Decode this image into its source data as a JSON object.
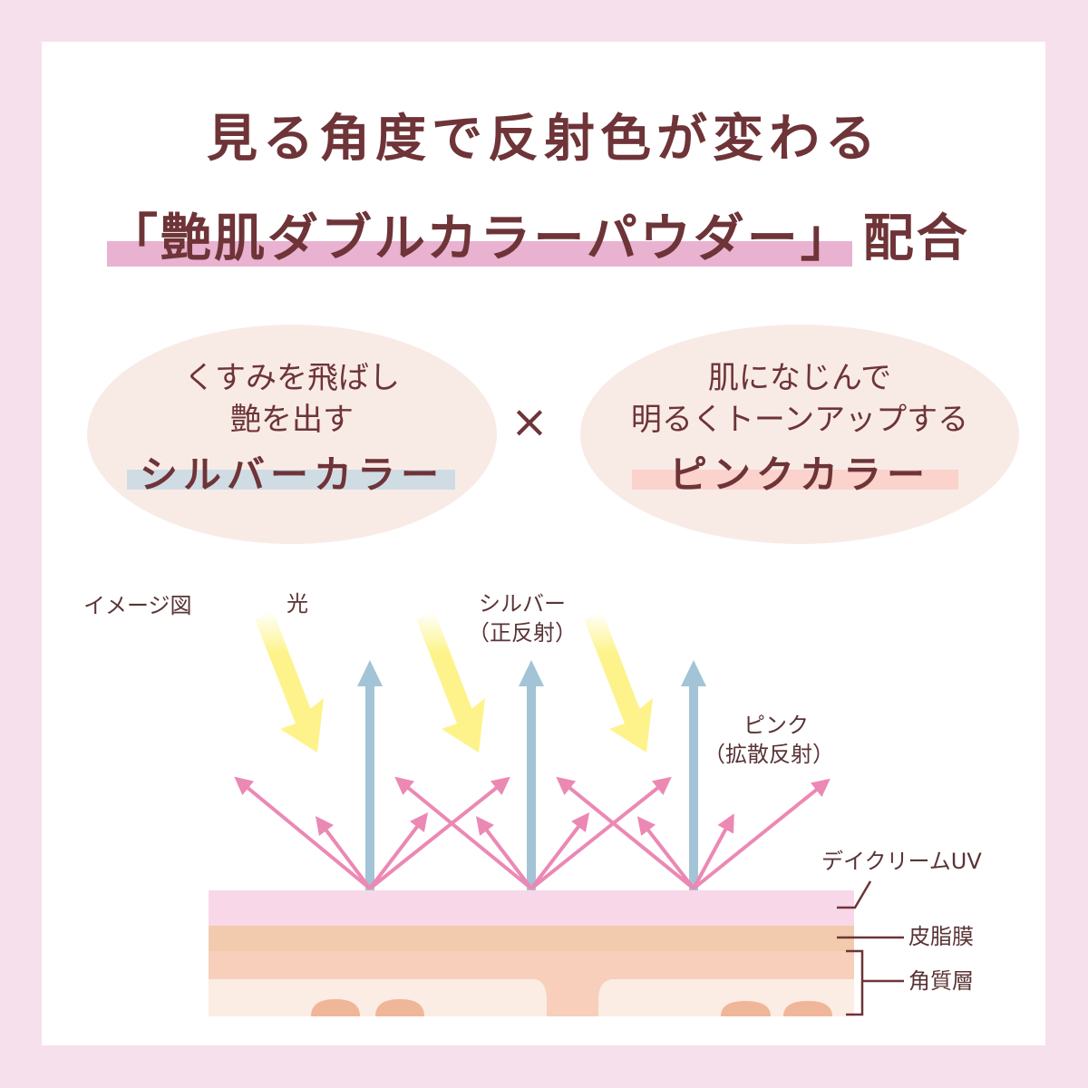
{
  "frame": {
    "border_color": "#f6e0ec",
    "panel_color": "#ffffff"
  },
  "header": {
    "line1": "見る角度で反射色が変わる",
    "line2_highlighted": "「艶肌ダブルカラーパウダー」",
    "line2_suffix": "配合",
    "highlight_color": "#e8b2d0",
    "text_color": "#6e3438"
  },
  "colors_section": {
    "silver": {
      "description_lines": [
        "くすみを飛ばし",
        "艶を出す"
      ],
      "label": "シルバーカラー",
      "highlight_color": "#d0dce4"
    },
    "operator": "×",
    "pink": {
      "description_lines": [
        "肌になじんで",
        "明るくトーンアップする"
      ],
      "label": "ピンクカラー",
      "highlight_color": "#fbd2cc"
    },
    "ellipse_color": "#f8ebe6"
  },
  "diagram": {
    "image_label": "イメージ図",
    "light_label": "光",
    "silver_label_line1": "シルバー",
    "silver_label_line2": "（正反射）",
    "pink_label_line1": "ピンク",
    "pink_label_line2": "（拡散反射）",
    "layers": [
      {
        "name": "デイクリームUV",
        "color": "#f8d8e8"
      },
      {
        "name": "皮脂膜",
        "color": "#f2cbae"
      },
      {
        "name": "角質層",
        "color": "#f7cfbb"
      }
    ],
    "colors": {
      "light_arrow": "#fdf38a",
      "specular_arrow": "#a3c4d6",
      "diffuse_arrow": "#ec88b4",
      "cell_bg": "#fbece4",
      "cell_dome": "#f0b69a",
      "leader_line": "#6e3438"
    }
  }
}
